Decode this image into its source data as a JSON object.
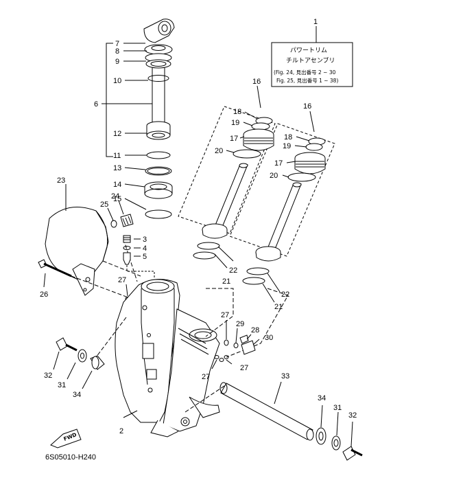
{
  "diagram": {
    "drawing_code": "6S05010-H240",
    "fwd_label": "FWD",
    "callout_box": {
      "ref_number": "1",
      "line1": "パワートリム",
      "line2": "チルトアセンブリ",
      "ref1": "(Fig. 24, 見出番号 2 ~ 30",
      "ref2": "Fig. 25, 見出番号 1 ~ 38)"
    },
    "part_numbers": {
      "p2": "2",
      "p3": "3",
      "p4": "4",
      "p5": "5",
      "p6": "6",
      "p7": "7",
      "p8": "8",
      "p9": "9",
      "p10": "10",
      "p11": "11",
      "p12": "12",
      "p13": "13",
      "p14": "14",
      "p15": "15",
      "p16a": "16",
      "p16b": "16",
      "p17a": "17",
      "p17b": "17",
      "p18a": "18",
      "p18b": "18",
      "p19a": "19",
      "p19b": "19",
      "p20a": "20",
      "p20b": "20",
      "p21a": "21",
      "p21b": "21",
      "p22a": "22",
      "p22b": "22",
      "p23": "23",
      "p24": "24",
      "p25": "25",
      "p26": "26",
      "p27a": "27",
      "p27b": "27",
      "p27c": "27",
      "p27d": "27",
      "p28": "28",
      "p29": "29",
      "p30": "30",
      "p31a": "31",
      "p31b": "31",
      "p32a": "32",
      "p32b": "32",
      "p33": "33",
      "p34a": "34",
      "p34b": "34"
    }
  }
}
